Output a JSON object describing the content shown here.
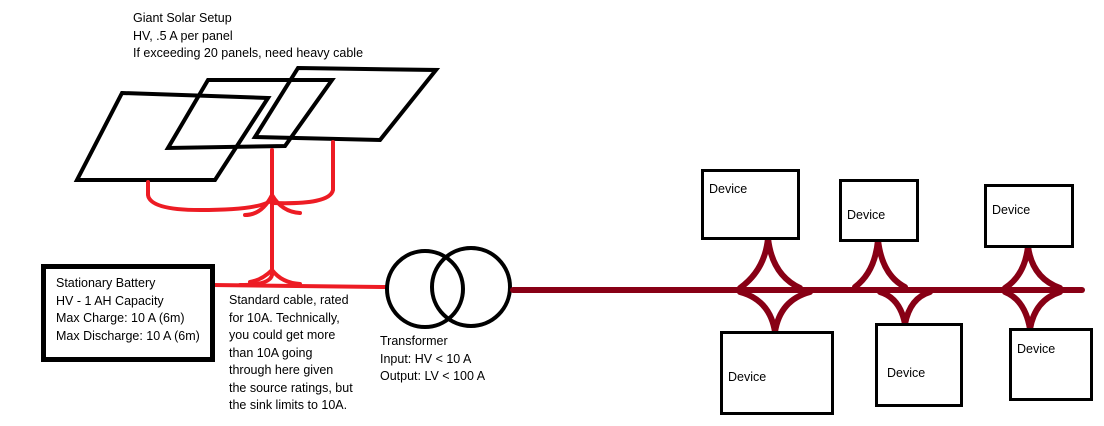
{
  "solar": {
    "lines": [
      "Giant Solar Setup",
      "HV, .5 A per panel",
      "If exceeding 20 panels, need heavy cable"
    ]
  },
  "battery": {
    "lines": [
      "Stationary Battery",
      "HV - 1 AH Capacity",
      "Max Charge: 10 A (6m)",
      "Max Discharge: 10 A (6m)"
    ]
  },
  "cable_note": {
    "lines": [
      "Standard cable, rated",
      "for 10A. Technically,",
      "you could get more",
      "than 10A going",
      "through here given",
      "the source ratings, but",
      "the sink limits to 10A."
    ]
  },
  "transformer": {
    "lines": [
      "Transformer",
      "Input: HV < 10 A",
      "Output: LV < 100 A"
    ]
  },
  "devices": [
    "Device",
    "Device",
    "Device",
    "Device",
    "Device",
    "Device"
  ],
  "colors": {
    "hv_wire": "#ed1c24",
    "lv_wire": "#880015",
    "outline": "#000000"
  }
}
